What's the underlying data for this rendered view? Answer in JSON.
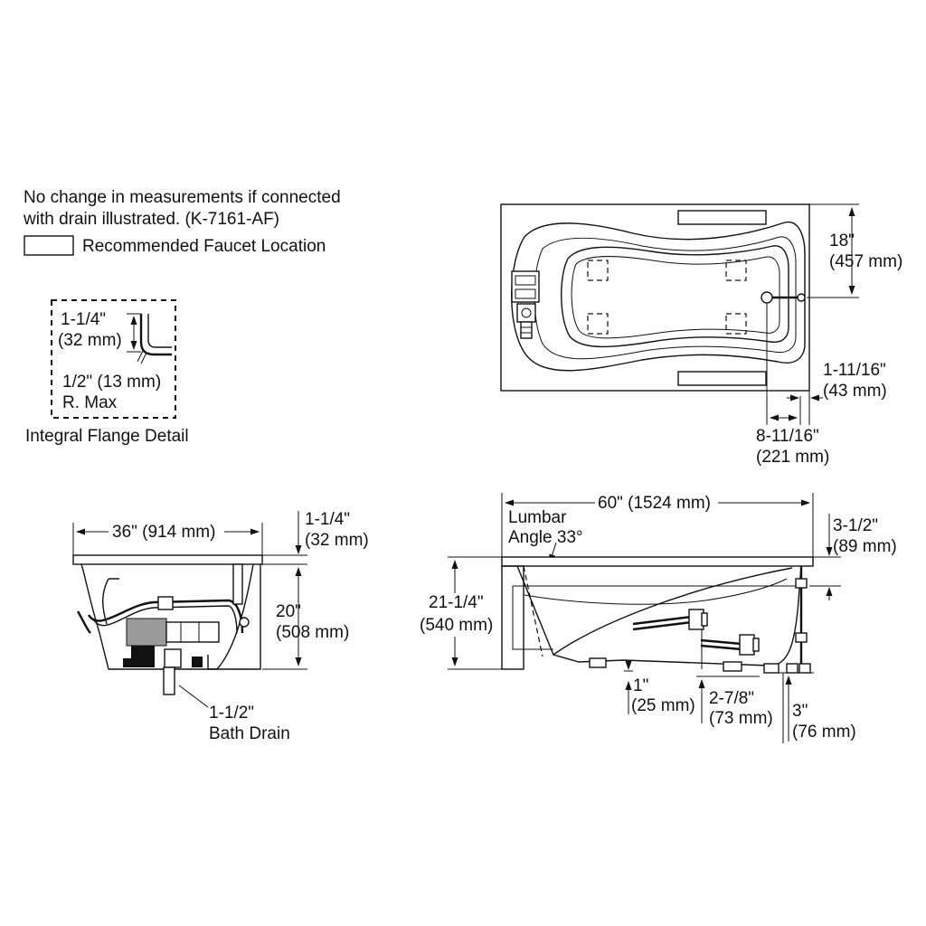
{
  "notes": {
    "line1": "No change in measurements if connected",
    "line2": "with drain illustrated. (K-7161-AF)",
    "legend": "Recommended Faucet Location"
  },
  "flange_detail": {
    "dim_a": "1-1/4\"",
    "dim_a_mm": "(32 mm)",
    "radius": "1/2\" (13 mm)",
    "radius_note": "R. Max",
    "caption": "Integral Flange Detail"
  },
  "top_view": {
    "dim_18": "18\"",
    "dim_18_mm": "(457 mm)",
    "dim_1_11_16": "1-11/16\"",
    "dim_1_11_16_mm": "(43 mm)",
    "dim_8_11_16": "8-11/16\"",
    "dim_8_11_16_mm": "(221 mm)"
  },
  "end_view": {
    "width": "36\" (914 mm)",
    "flange": "1-1/4\"",
    "flange_mm": "(32 mm)",
    "height": "20\"",
    "height_mm": "(508 mm)",
    "drain": "1-1/2\"",
    "drain_label": "Bath Drain"
  },
  "side_view": {
    "length": "60\" (1524 mm)",
    "lumbar": "Lumbar",
    "lumbar_angle": "Angle 33°",
    "overall_height": "21-1/4\"",
    "overall_height_mm": "(540 mm)",
    "rim": "3-1/2\"",
    "rim_mm": "(89 mm)",
    "d1": "1\"",
    "d1_mm": "(25 mm)",
    "d2": "2-7/8\"",
    "d2_mm": "(73 mm)",
    "d3": "3\"",
    "d3_mm": "(76 mm)"
  }
}
